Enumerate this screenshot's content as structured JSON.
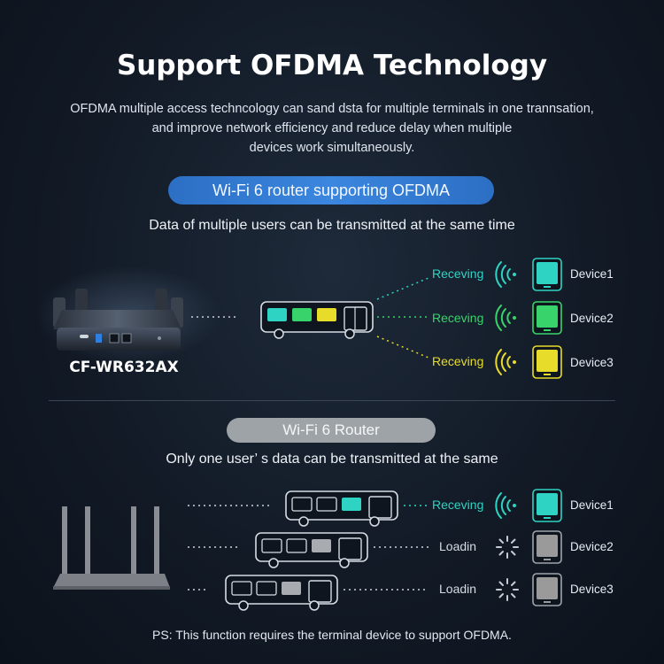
{
  "title": "Support OFDMA Technology",
  "description": [
    "OFDMA multiple access techncology can sand dsta for multiple terminals in one trannsation,",
    "and improve network efficiency and reduce delay when multiple",
    "devices work simultaneously."
  ],
  "ofdma_section": {
    "pill_label": "Wi-Fi 6 router supporting OFDMA",
    "subtitle": "Data of multiple users can be transmitted at the same time",
    "router_model": "CF-WR632AX",
    "devices": [
      {
        "status": "Receving",
        "name": "Device1",
        "color": "#2fd3c4"
      },
      {
        "status": "Receving",
        "name": "Device2",
        "color": "#39d36b"
      },
      {
        "status": "Receving",
        "name": "Device3",
        "color": "#e8dc2a"
      }
    ]
  },
  "legacy_section": {
    "pill_label": "Wi-Fi 6 Router",
    "subtitle": "Only one user’ s data can be transmitted at the same",
    "devices": [
      {
        "status": "Receving",
        "name": "Device1",
        "color": "#2fd3c4"
      },
      {
        "status": "Loadin",
        "name": "Device2",
        "color": "#9a9a9a"
      },
      {
        "status": "Loadin",
        "name": "Device3",
        "color": "#9a9a9a"
      }
    ]
  },
  "footnote": "PS: This function requires the terminal device to support OFDMA."
}
